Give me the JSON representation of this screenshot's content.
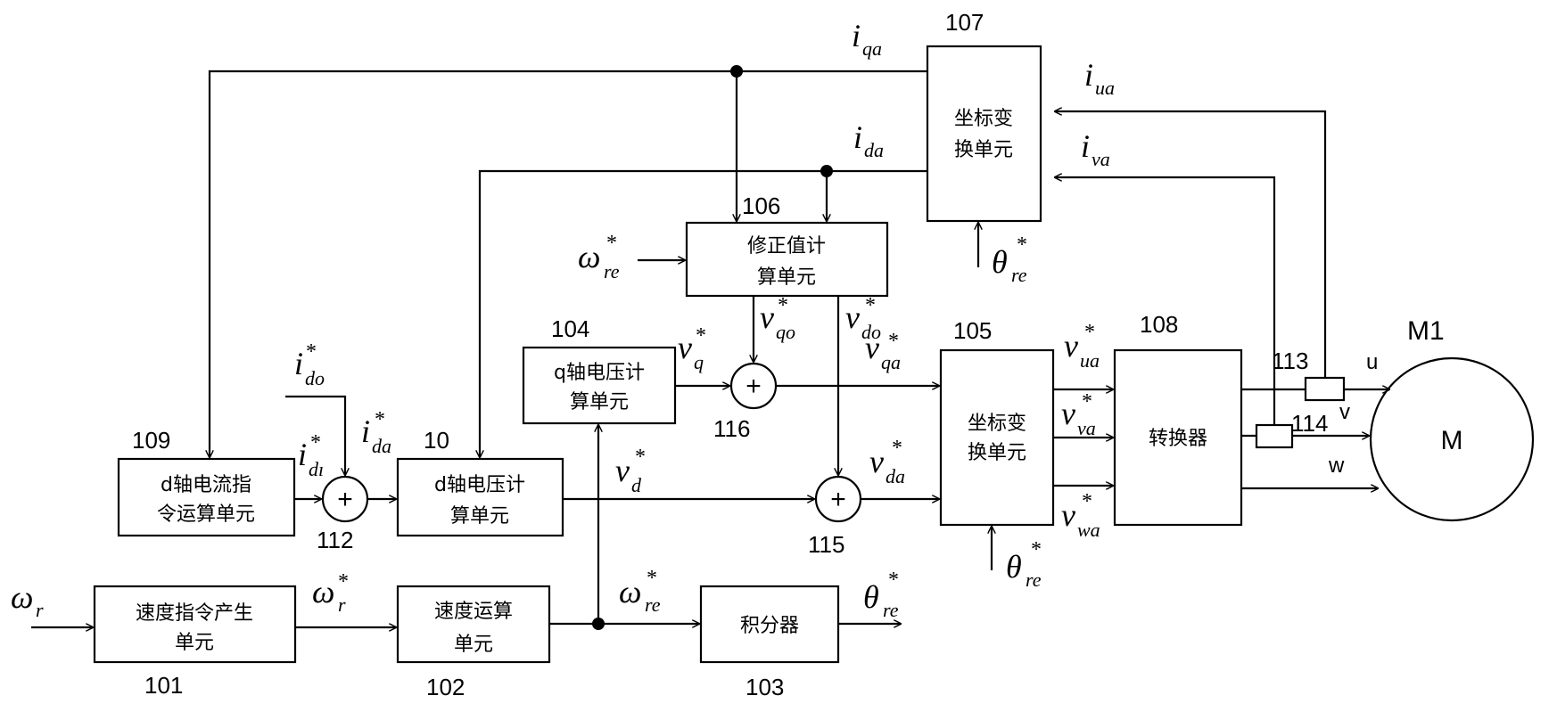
{
  "blocks": {
    "b101": {
      "id": "101",
      "lines": [
        "速度指令产生",
        "单元"
      ]
    },
    "b102": {
      "id": "102",
      "lines": [
        "速度运算",
        "单元"
      ]
    },
    "b103": {
      "id": "103",
      "lines": [
        "积分器"
      ]
    },
    "b104": {
      "id": "104",
      "lines": [
        "q轴电压计",
        "算单元"
      ]
    },
    "b105": {
      "id": "105",
      "lines": [
        "坐标变",
        "换单元"
      ]
    },
    "b106": {
      "id": "106",
      "lines": [
        "修正值计",
        "算单元"
      ]
    },
    "b107": {
      "id": "107",
      "lines": [
        "坐标变",
        "换单元"
      ]
    },
    "b108": {
      "id": "108",
      "lines": [
        "转换器"
      ]
    },
    "b109": {
      "id": "109",
      "lines": [
        "d轴电流指",
        "令运算单元"
      ]
    },
    "b10": {
      "id": "10",
      "lines": [
        "d轴电压计",
        "算单元"
      ]
    }
  },
  "summers": {
    "s112": {
      "id": "112",
      "sign": "+"
    },
    "s115": {
      "id": "115",
      "sign": "+"
    },
    "s116": {
      "id": "116",
      "sign": "+"
    }
  },
  "sensors": {
    "s113": {
      "id": "113"
    },
    "s114": {
      "id": "114"
    }
  },
  "motor": {
    "id": "M1",
    "label": "M"
  },
  "phases": {
    "u": "u",
    "v": "v",
    "w": "w"
  },
  "signals": {
    "omega_r": {
      "main": "ω",
      "sub": "r",
      "sup": ""
    },
    "omega_r_star": {
      "main": "ω",
      "sub": "r",
      "sup": "*"
    },
    "omega_re_1": {
      "main": "ω",
      "sub": "re",
      "sup": "*"
    },
    "omega_re_2": {
      "main": "ω",
      "sub": "re",
      "sup": "*"
    },
    "theta_re_1": {
      "main": "θ",
      "sub": "re",
      "sup": "*"
    },
    "theta_re_2": {
      "main": "θ",
      "sub": "re",
      "sup": "*"
    },
    "theta_re_3": {
      "main": "θ",
      "sub": "re",
      "sup": "*"
    },
    "i_qa": {
      "main": "i",
      "sub": "qa",
      "sup": ""
    },
    "i_da": {
      "main": "i",
      "sub": "da",
      "sup": ""
    },
    "i_ua": {
      "main": "i",
      "sub": "ua",
      "sup": ""
    },
    "i_va": {
      "main": "i",
      "sub": "va",
      "sup": ""
    },
    "i_do_star": {
      "main": "i",
      "sub": "do",
      "sup": "*"
    },
    "i_da_star": {
      "main": "i",
      "sub": "da",
      "sup": "*"
    },
    "i_dl_star": {
      "main": "i",
      "sub": "dı",
      "sup": "*"
    },
    "v_q_star": {
      "main": "v",
      "sub": "q",
      "sup": "*"
    },
    "v_qo_star": {
      "main": "v",
      "sub": "qo",
      "sup": "*"
    },
    "v_do_star": {
      "main": "v",
      "sub": "do",
      "sup": "*"
    },
    "v_qa_star": {
      "main": "v",
      "sub": "qa",
      "sup": "*"
    },
    "v_d_star": {
      "main": "v",
      "sub": "d",
      "sup": "*"
    },
    "v_da_star": {
      "main": "v",
      "sub": "da",
      "sup": "*"
    },
    "v_ua_star": {
      "main": "v",
      "sub": "ua",
      "sup": "*"
    },
    "v_va_star": {
      "main": "v",
      "sub": "va",
      "sup": "*"
    },
    "v_wa_star": {
      "main": "v",
      "sub": "wa",
      "sup": "*"
    }
  }
}
